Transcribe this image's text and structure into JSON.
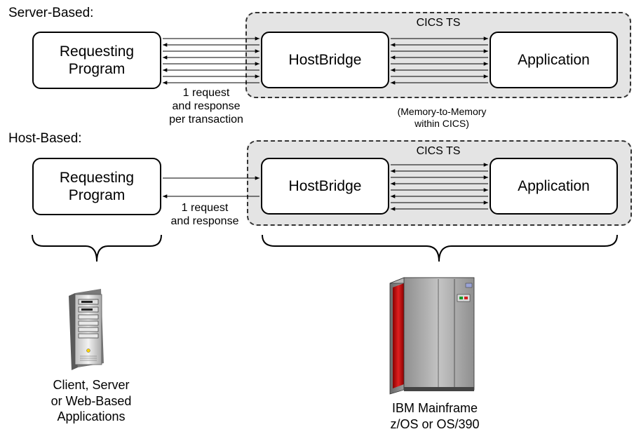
{
  "server_based": {
    "title": "Server-Based:",
    "cics_label": "CICS TS",
    "requesting_program": "Requesting\nProgram",
    "hostbridge": "HostBridge",
    "application": "Application",
    "request_note": "1 request\nand response\nper transaction",
    "memory_note": "(Memory-to-Memory\nwithin CICS)"
  },
  "host_based": {
    "title": "Host-Based:",
    "cics_label": "CICS TS",
    "requesting_program": "Requesting\nProgram",
    "hostbridge": "HostBridge",
    "application": "Application",
    "request_note": "1 request\nand response"
  },
  "client_caption": "Client, Server\nor Web-Based\nApplications",
  "mainframe_caption": "IBM Mainframe\nz/OS or OS/390",
  "icons": [
    "server-tower-icon",
    "mainframe-icon"
  ]
}
